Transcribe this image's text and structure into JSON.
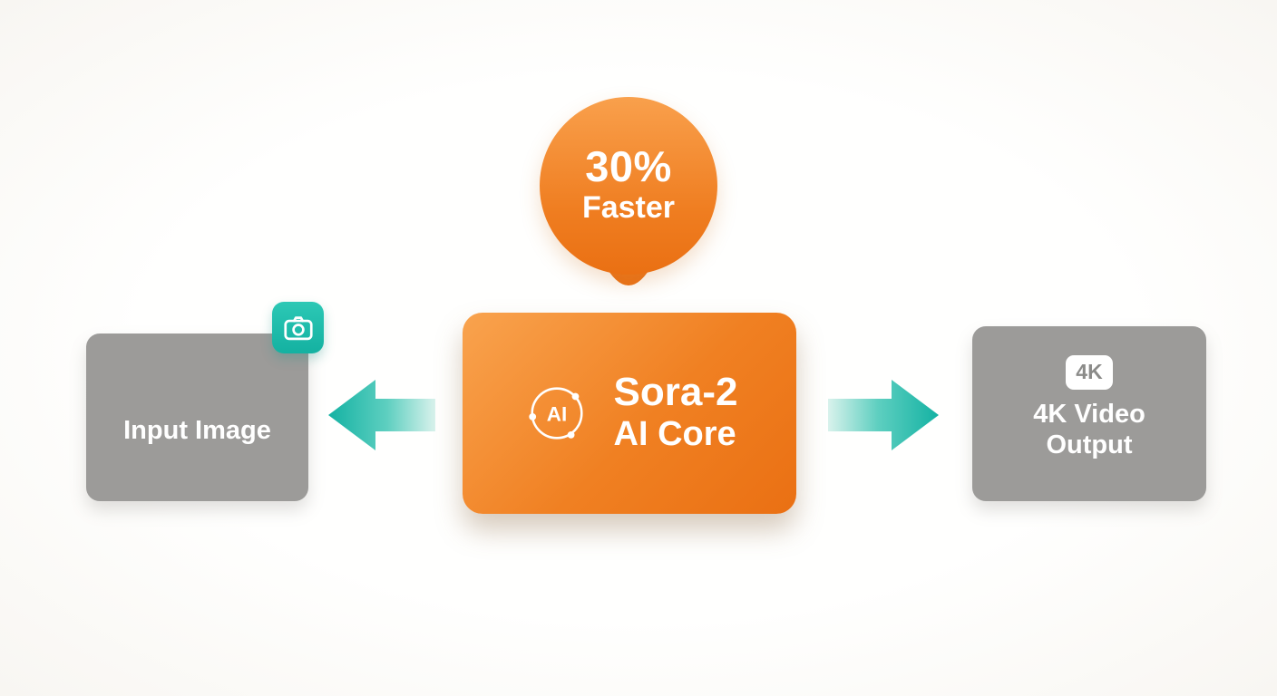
{
  "diagram": {
    "speed_badge": {
      "value": "30%",
      "caption": "Faster"
    },
    "core": {
      "title": "Sora-2",
      "subtitle": "AI Core",
      "icon_text": "AI"
    },
    "input_box": {
      "label": "Input Image"
    },
    "output_box": {
      "badge": "4K",
      "label_line1": "4K Video",
      "label_line2": "Output"
    },
    "colors": {
      "orange": "#EF7D20",
      "orange_light": "#F9A34E",
      "teal": "#18B4A5",
      "teal_light": "#D9F2EC",
      "gray_box": "#9C9B99",
      "background": "#FDFDFB",
      "text_on_color": "#FFFFFF"
    }
  }
}
